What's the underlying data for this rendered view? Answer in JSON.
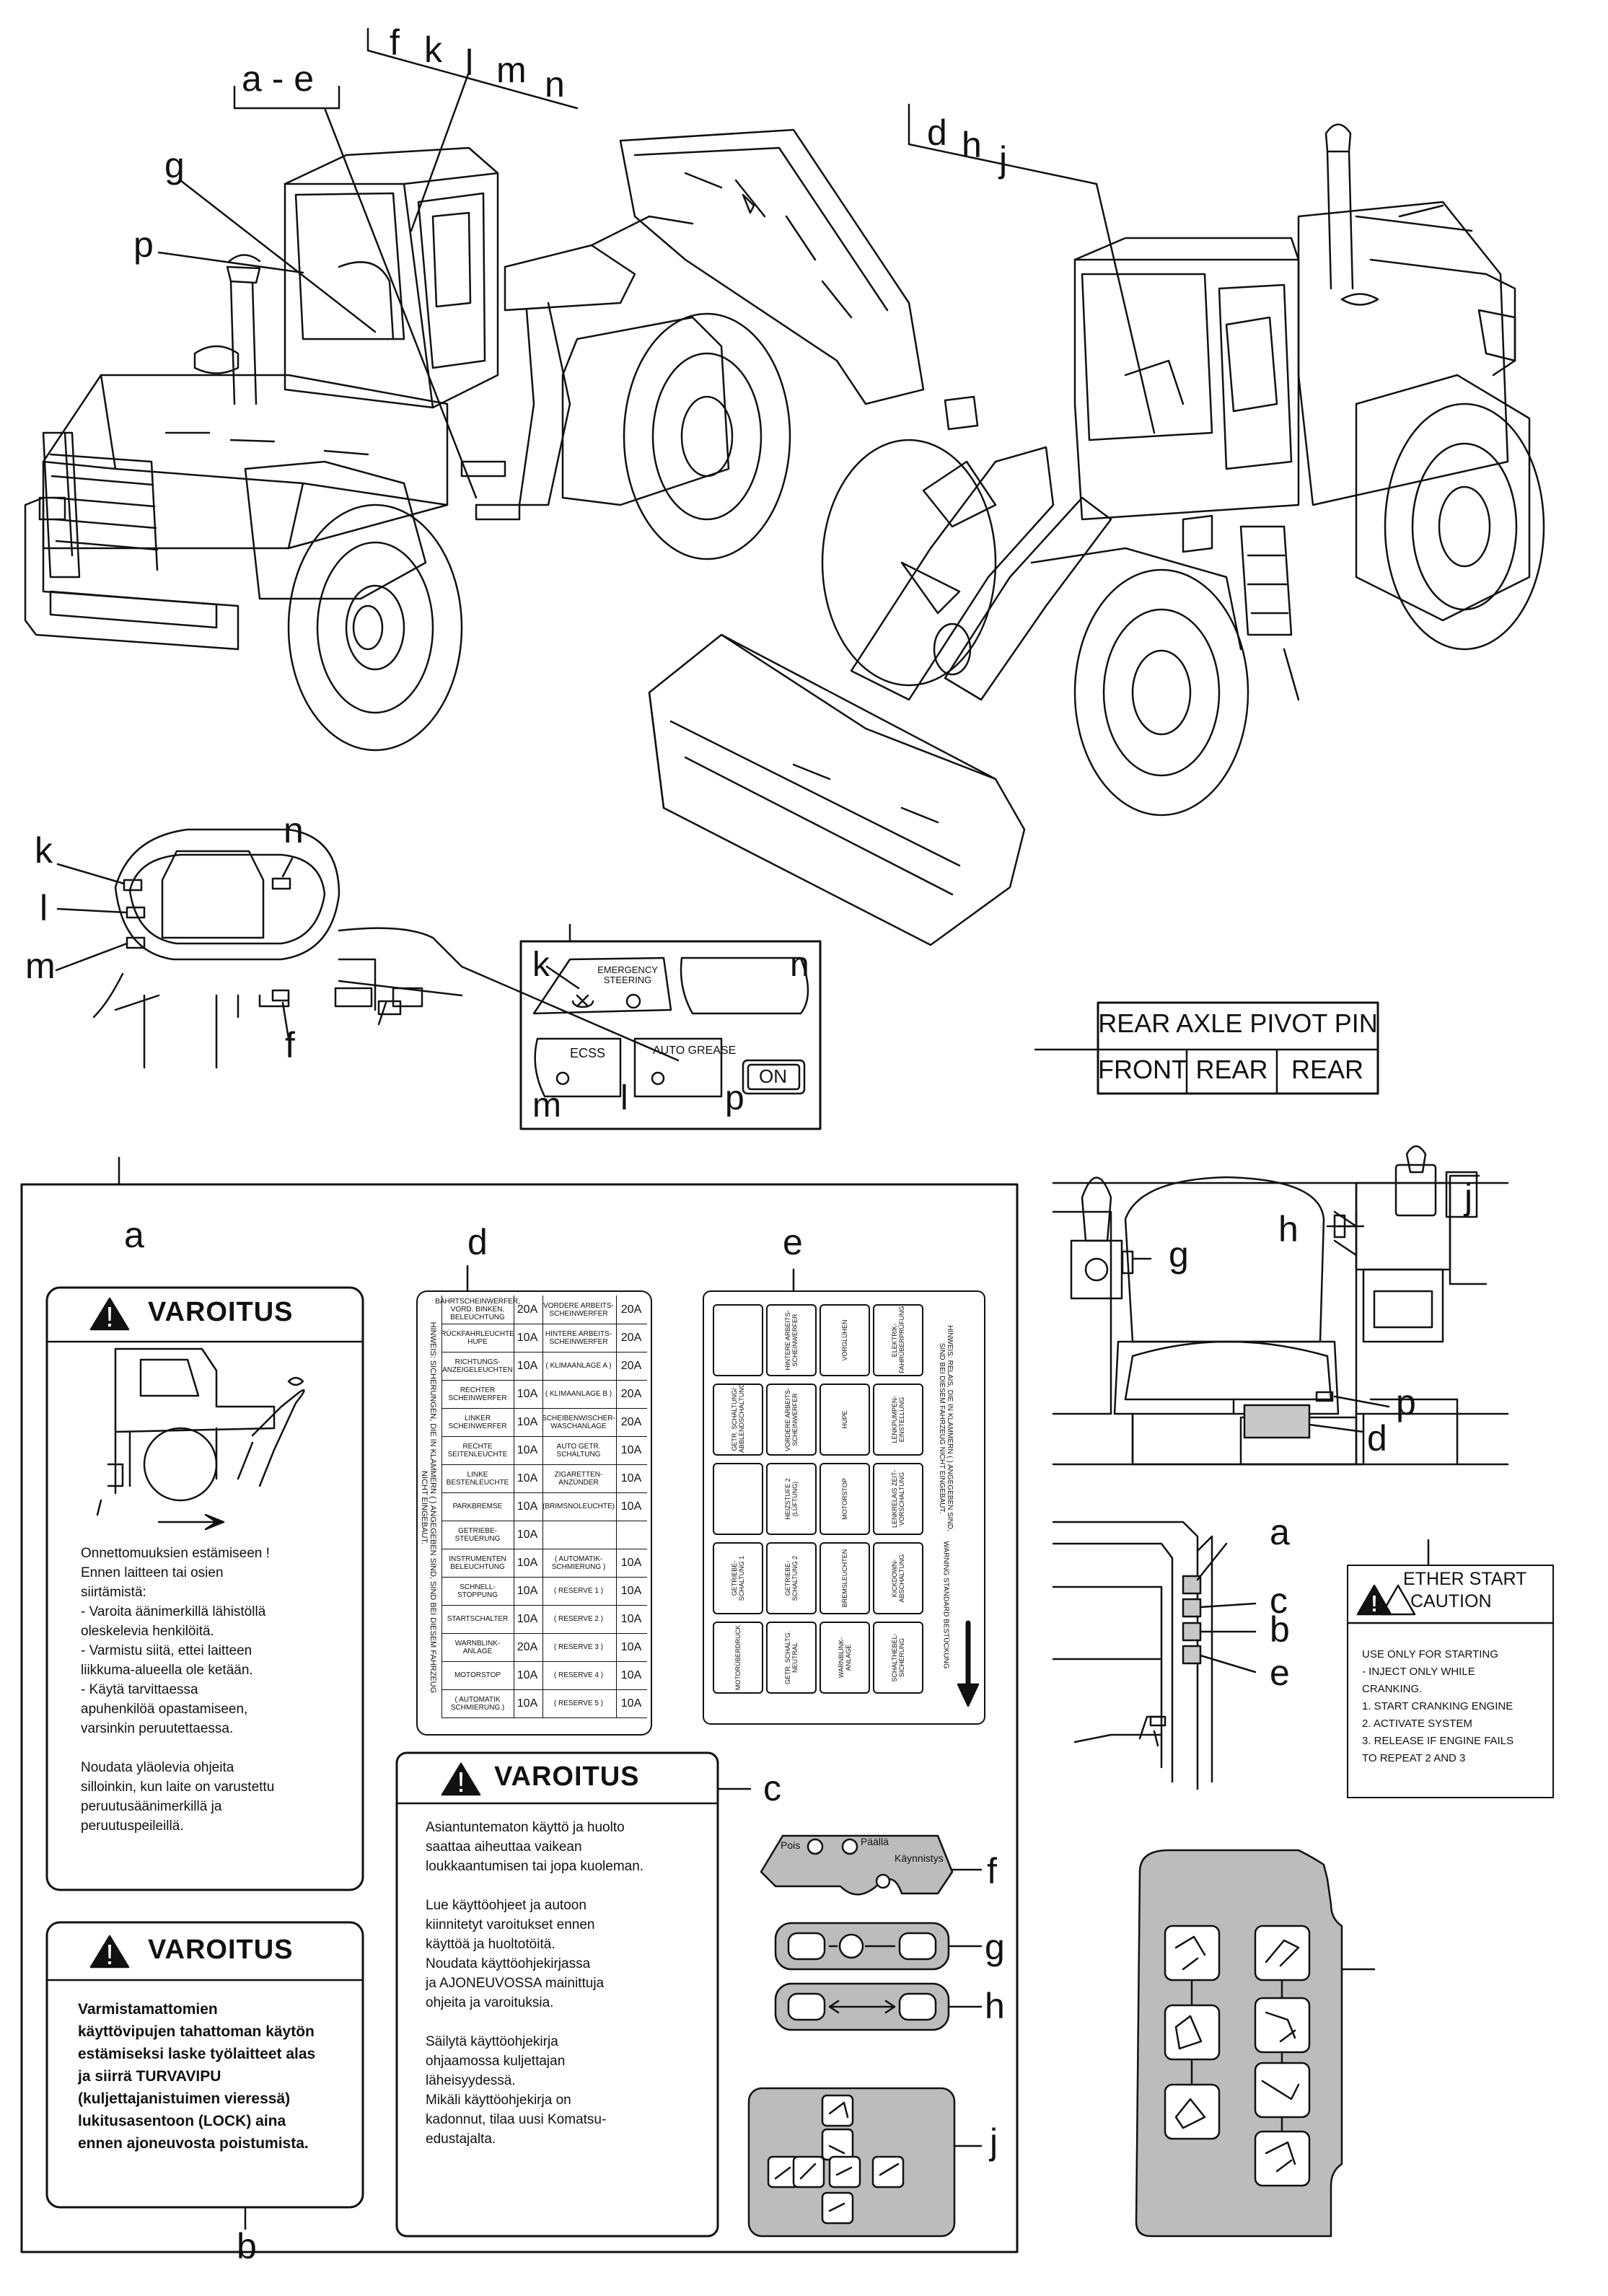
{
  "callouts": {
    "top": [
      "a - e",
      "f",
      "k",
      "l",
      "m",
      "n",
      "g",
      "p",
      "d",
      "h",
      "j"
    ],
    "dash": [
      "k",
      "l",
      "m",
      "n",
      "f"
    ],
    "switchpanel": [
      "k",
      "n",
      "m",
      "l",
      "p"
    ],
    "cab": [
      "h",
      "j",
      "g",
      "p",
      "d"
    ],
    "side": [
      "a",
      "c",
      "b",
      "e"
    ],
    "sheet": [
      "a",
      "d",
      "e",
      "b",
      "c",
      "f",
      "g",
      "h",
      "j"
    ]
  },
  "switch_panel": {
    "emergency_steering": "EMERGENCY\nSTEERING",
    "ecss": "ECSS",
    "auto_grease": "AUTO GREASE",
    "on": "ON"
  },
  "pivot_pin": {
    "title": "REAR AXLE PIVOT PIN",
    "cells": [
      "FRONT",
      "REAR",
      "REAR"
    ]
  },
  "warning_a": {
    "header": "VAROITUS",
    "text": "Onnettomuuksien estämiseen !\nEnnen laitteen tai osien\nsiirtämistä:\n- Varoita äänimerkillä lähistöllä\n   oleskelevia henkilöitä.\n- Varmistu siitä, ettei laitteen\n   liikkuma-alueella ole ketään.\n- Käytä tarvittaessa\n   apuhenkilöä opastamiseen,\n   varsinkin peruutettaessa.\n\nNoudata yläolevia ohjeita\nsilloinkin, kun laite on varustettu\nperuutusäänimerkillä ja\nperuutuspeileillä."
  },
  "warning_b": {
    "header": "VAROITUS",
    "text": "Varmistamattomien\nkäyttövipujen tahattoman käytön\nestämiseksi laske työlaitteet alas\nja siirrä TURVAVIPU\n(kuljettajanistuimen vieressä)\nlukitusasentoon (LOCK) aina\nennen ajoneuvosta poistumista."
  },
  "warning_c": {
    "header": "VAROITUS",
    "text": "Asiantuntematon käyttö ja huolto\nsaattaa aiheuttaa vaikean\nloukkaantumisen tai jopa kuoleman.\n\nLue käyttöohjeet ja autoon\nkiinnitetyt varoitukset ennen\nkäyttöä ja huoltotöitä.\nNoudata käyttöohjekirjassa\nja AJONEUVOSSA mainittuja\nohjeita ja varoituksia.\n\nSäilytä käyttöohjekirja\nohjaamossa kuljettajan\nläheisyydessä.\nMikäli käyttöohjekirja on\nkadonnut, tilaa uusi Komatsu-\nedustajalta."
  },
  "ether_start": {
    "title1": "ETHER START",
    "title2": "CAUTION",
    "text": "USE ONLY FOR STARTING\n- INJECT ONLY WHILE\nCRANKING.\n1. START CRANKING ENGINE\n2. ACTIVATE SYSTEM\n3. RELEASE IF ENGINE FAILS\n    TO REPEAT  2 AND 3"
  },
  "key_switch": {
    "pois": "Pois",
    "paalla": "Päällä",
    "kaynnistys": "Käynnistys"
  },
  "fuse_d": {
    "side_note": "HINWEIS: SICHERUNGEN, DIE IN KLAMMERN (  ) ANGEGEBEN SIND, SIND BEI DIESEM FAHRZEUG NICHT EINGEBAUT.",
    "left": [
      [
        "BAHRTSCHEINWERFER, VORD. BINKEN, BELEUCHTUNG",
        "20A"
      ],
      [
        "RÜCKFAHRLEUCHTE HUPE",
        "10A"
      ],
      [
        "RICHTUNGS-ANZEIGELEUCHTEN",
        "10A"
      ],
      [
        "RECHTER SCHEINWERFER",
        "10A"
      ],
      [
        "LINKER SCHEINWERFER",
        "10A"
      ],
      [
        "RECHTE SEITENLEUCHTE",
        "10A"
      ],
      [
        "LINKE BESTENLEUCHTE",
        "10A"
      ],
      [
        "PARKBREMSE",
        "10A"
      ],
      [
        "GETRIEBE-STEUERUNG",
        "10A"
      ],
      [
        "INSTRUMENTEN BELEUCHTUNG",
        "10A"
      ],
      [
        "SCHNELL-STOPPUNG",
        "10A"
      ],
      [
        "STARTSCHALTER",
        "10A"
      ],
      [
        "WARNBLINK-ANLAGE",
        "20A"
      ],
      [
        "MOTORSTOP",
        "10A"
      ],
      [
        "( AUTOMATIK SCHMIERUNG )",
        "10A"
      ]
    ],
    "right": [
      [
        "VORDERE ARBEITS-SCHEINWERFER",
        "20A"
      ],
      [
        "HINTERE ARBEITS-SCHEINWERFER",
        "20A"
      ],
      [
        "( KLIMAANLAGE A )",
        "20A"
      ],
      [
        "( KLIMAANLAGE B )",
        "20A"
      ],
      [
        "SCHEIBENWISCHER-WASCHANLAGE",
        "20A"
      ],
      [
        "AUTO GETR. SCHALTUNG",
        "10A"
      ],
      [
        "ZIGARETTEN-ANZÜNDER",
        "10A"
      ],
      [
        "(BRIMSNOLEUCHTE)",
        "10A"
      ],
      [
        "",
        ""
      ],
      [
        "( AUTOMATIK-SCHMIERUNG )",
        "10A"
      ],
      [
        "( RESERVE 1 )",
        "10A"
      ],
      [
        "( RESERVE 2 )",
        "10A"
      ],
      [
        "( RESERVE 3 )",
        "10A"
      ],
      [
        "( RESERVE 4 )",
        "10A"
      ],
      [
        "( RESERVE 5 )",
        "10A"
      ]
    ]
  },
  "fuse_e": {
    "side_note": "HINWEIS: RELAIS, DIE IN KLAMMERN (  ) ANGEGEBEN SIND, SIND BEI DIESEM FAHRZEUG NICHT EINGEBAUT.",
    "rows": [
      [
        "",
        "HINTERE ARBEITS-SCHEINWERFER",
        "VORGLÜHEN",
        "ELEKTRIK- FAHRÜBERPRÜFUNG"
      ],
      [
        "GETR. SCHALTUNG/ ABBLENDSCHALTUNG",
        "VORDERE ARBEITS-SCHEINWERFER",
        "HUPE",
        "LENKPUMPEN-EINSTELLUNG"
      ],
      [
        "",
        "HEIZSTUFE 2 (LÜFTUNG)",
        "MOTORSTOP",
        "LENKRELAIS ZEIT-VORSCHALTUNG"
      ],
      [
        "GETRIEBE-SCHALTUNG 1",
        "GETRIEBE-SCHALTUNG 2",
        "BREMSLEUCHTEN",
        "KICKDOWN-ABSCHALTUNG"
      ],
      [
        "MOTORÜBERDRUCK",
        "GETR. SCHALTG. NEUTRAL",
        "WARNBLINK-ANLAGE",
        "SCHALTHEBEL-SICHERUNG"
      ]
    ],
    "bottom_note": "WARNING STANDARD BESTÜCKUNG"
  }
}
